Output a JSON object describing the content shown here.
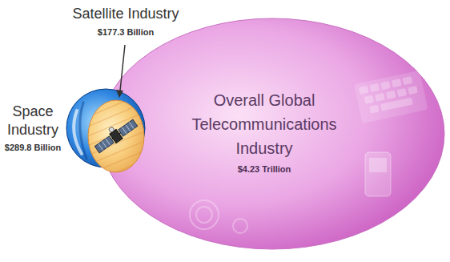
{
  "diagram": {
    "nodes": [
      {
        "text": [
          "Space Industry",
          "$289.8 Billion"
        ]
      },
      {
        "text": [
          "Overall Global Telecommunications Industry",
          "$4.23 Trillion"
        ]
      },
      {
        "text": [
          "Satellite Industry",
          "$177.3 Billion"
        ],
        "in": 0
      }
    ]
  }
}
